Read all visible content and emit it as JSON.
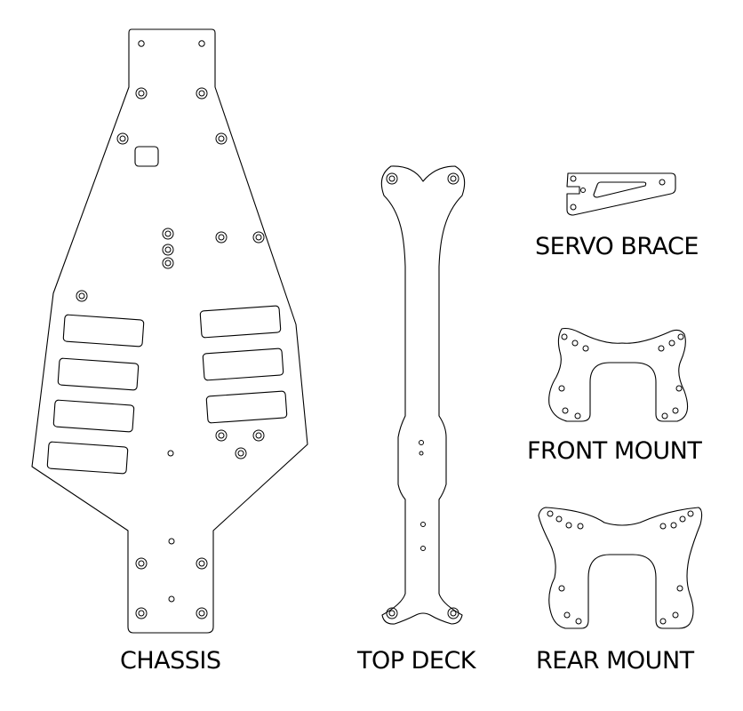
{
  "labels": {
    "chassis": "CHASSIS",
    "top_deck": "TOP DECK",
    "servo_brace": "SERVO BRACE",
    "front_mount": "FRONT MOUNT",
    "rear_mount": "REAR MOUNT"
  },
  "colors": {
    "line": "#000000",
    "background": "#ffffff"
  }
}
